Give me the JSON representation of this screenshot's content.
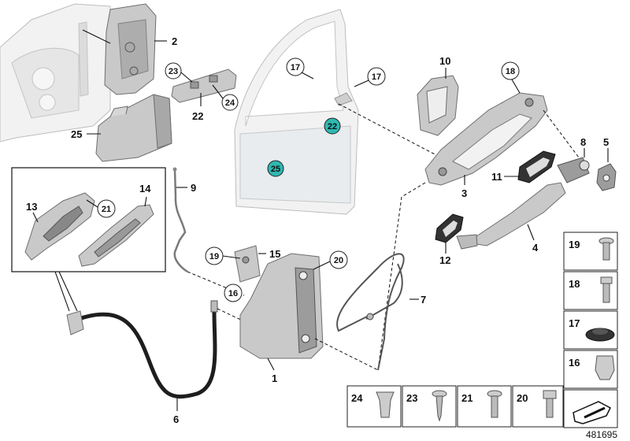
{
  "diagram": {
    "labels": {
      "door_carrier": "2",
      "lock_guide": "22",
      "bracket_screw": "23",
      "bracket_clip": "24",
      "cover_cap": "25",
      "rod": "9",
      "inner_handle": "13",
      "inner_clip": "21",
      "inner_trim": "14",
      "bowden_cable": "6",
      "door_panel_screw_a": "17",
      "door_panel_screw_b": "17",
      "door_grommet_a": "22",
      "door_grommet_b": "25",
      "carrier_bracket": "10",
      "handle_screw": "18",
      "handle_carrier": "3",
      "lock_cylinder": "8",
      "cylinder_cap": "5",
      "handle_gasket": "11",
      "outer_handle": "4",
      "small_gasket": "12",
      "lock_screw": "19",
      "striker_bracket": "15",
      "lock_clip": "20",
      "lock_rod_clip": "16",
      "door_lock": "1",
      "release_cable": "7"
    },
    "fasteners": [
      {
        "num": "19",
        "icon": "screw-icon"
      },
      {
        "num": "18",
        "icon": "torx-bolt-icon"
      },
      {
        "num": "17",
        "icon": "plug-icon"
      },
      {
        "num": "16",
        "icon": "clip-nut-icon"
      }
    ],
    "bottom_fasteners": [
      {
        "num": "24",
        "icon": "expanding-nut-icon"
      },
      {
        "num": "23",
        "icon": "sheet-metal-screw-icon"
      },
      {
        "num": "21",
        "icon": "flange-screw-icon"
      },
      {
        "num": "20",
        "icon": "hex-screw-icon"
      }
    ],
    "figure_number": "481695"
  }
}
